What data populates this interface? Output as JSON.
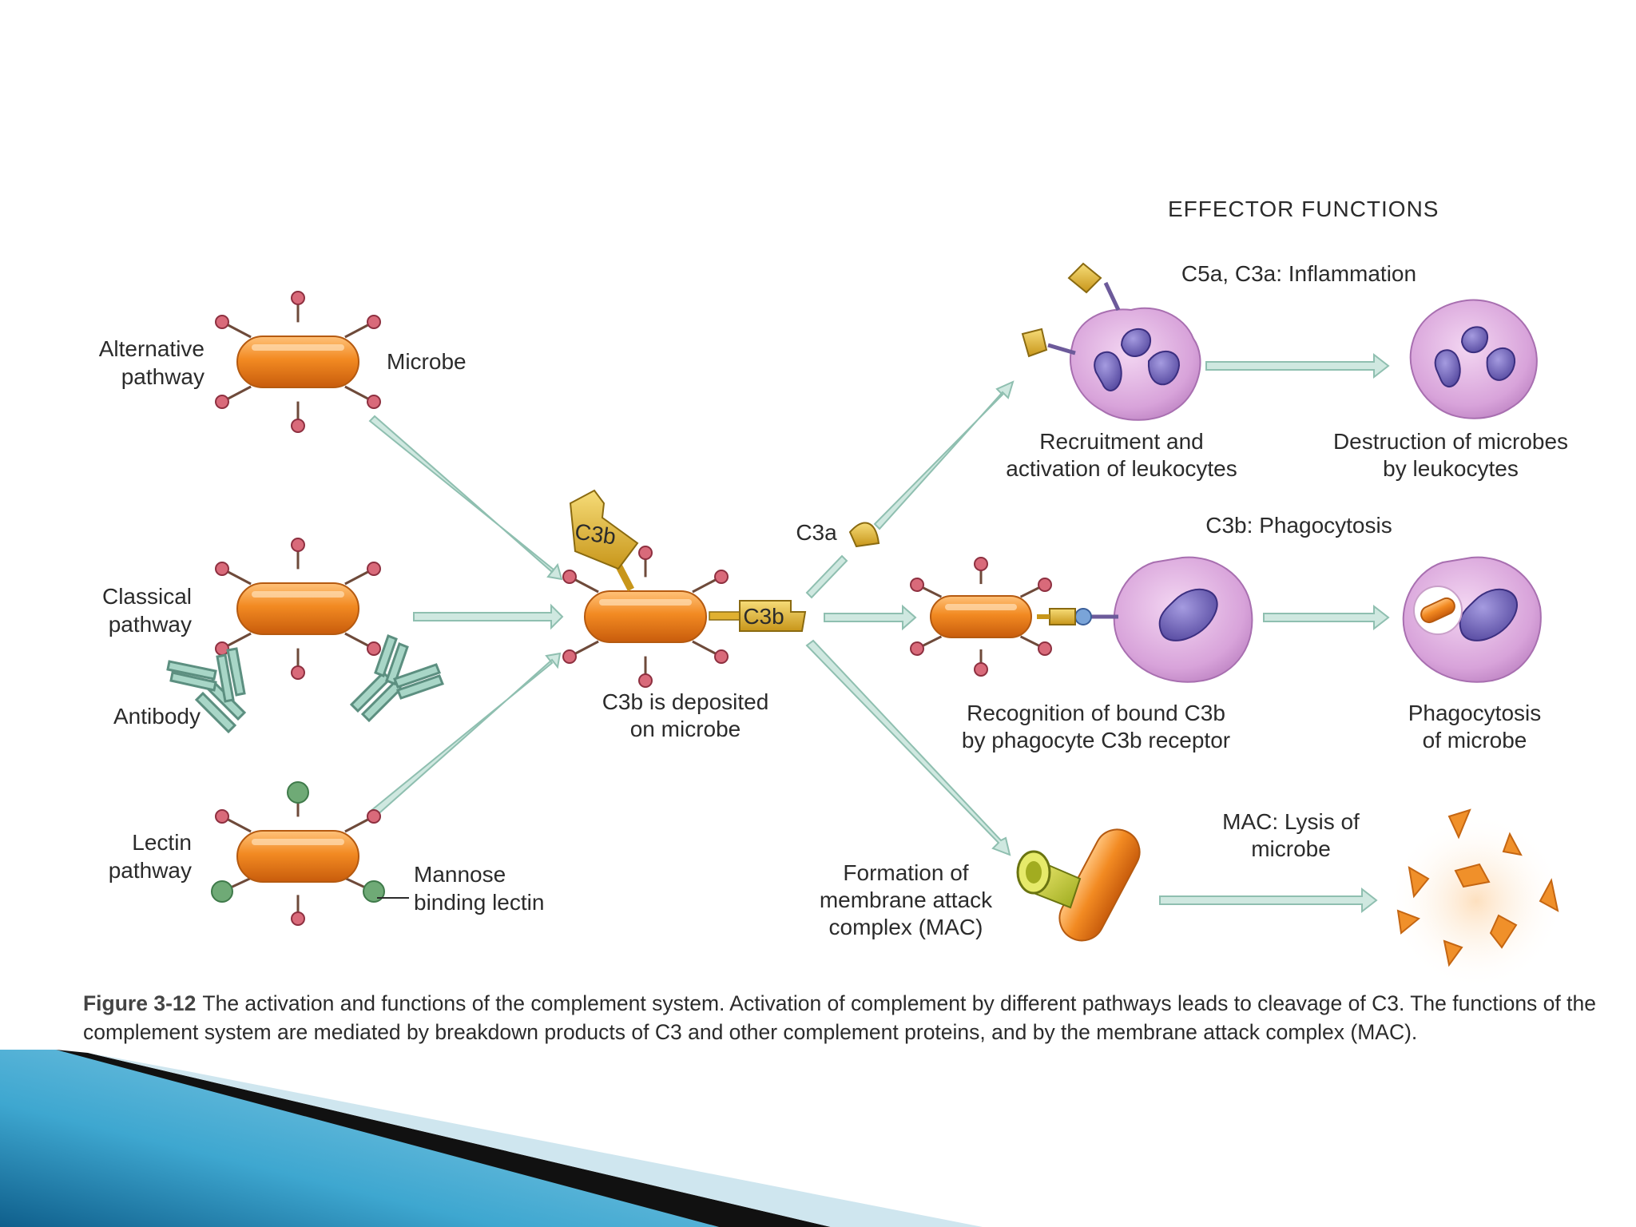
{
  "header": "EFFECTOR FUNCTIONS",
  "pathways": {
    "alternative": [
      "Alternative",
      "pathway"
    ],
    "microbe": "Microbe",
    "classical": [
      "Classical",
      "pathway"
    ],
    "antibody": "Antibody",
    "lectin": [
      "Lectin",
      "pathway"
    ],
    "mannose": [
      "Mannose",
      "binding lectin"
    ]
  },
  "center": {
    "c3b_tag": "C3b",
    "c3b_bound": "C3b",
    "c3a": "C3a",
    "deposit": [
      "C3b is deposited",
      "on microbe"
    ]
  },
  "effectors": {
    "inflammation_title": "C5a, C3a: Inflammation",
    "recruitment": [
      "Recruitment and",
      "activation of leukocytes"
    ],
    "destruction": [
      "Destruction of microbes",
      "by leukocytes"
    ],
    "phago_title": "C3b: Phagocytosis",
    "recognition": [
      "Recognition of bound C3b",
      "by phagocyte C3b receptor"
    ],
    "phagocytosis": [
      "Phagocytosis",
      "of microbe"
    ],
    "mac_title": [
      "MAC: Lysis of",
      "microbe"
    ],
    "mac_formation": [
      "Formation of",
      "membrane attack",
      "complex (MAC)"
    ]
  },
  "caption": {
    "figure": "Figure 3-12",
    "text": "The activation and functions of the complement system. Activation of complement by different pathways leads to cleavage of C3. The functions of the complement system are mediated by breakdown products of C3 and other complement proteins, and by the membrane attack complex (MAC)."
  },
  "colors": {
    "microbe": "#f0902a",
    "arrow": "#a9cfc4",
    "cell": "#d39ad6",
    "nucleus": "#6a5ab0",
    "c3b": "#e2b93b",
    "accent_blue": "#2a8fc2"
  }
}
